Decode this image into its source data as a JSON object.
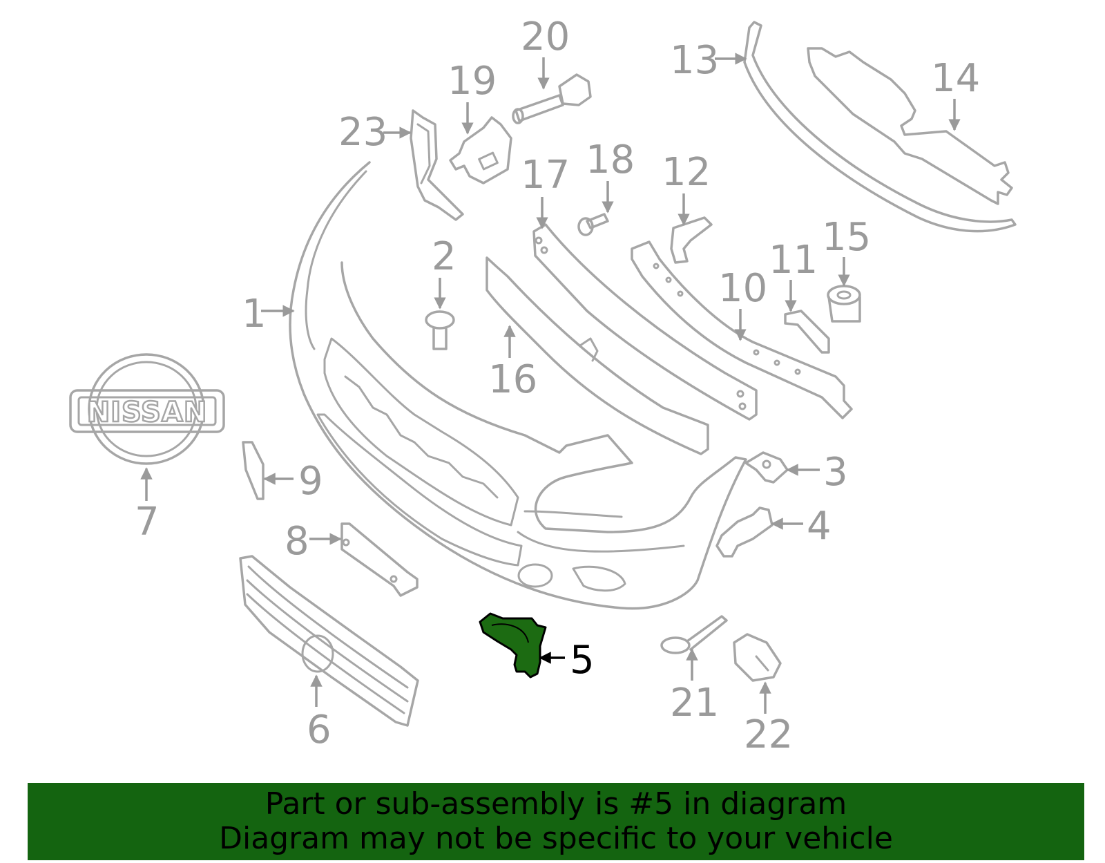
{
  "highlighted_part": "5",
  "highlight_color": "#1c6b12",
  "banner_color": "#146410",
  "badge_text": "NISSAN",
  "callouts": [
    "1",
    "2",
    "3",
    "4",
    "5",
    "6",
    "7",
    "8",
    "9",
    "10",
    "11",
    "12",
    "13",
    "14",
    "15",
    "16",
    "17",
    "18",
    "19",
    "20",
    "21",
    "22",
    "23"
  ],
  "banner": {
    "line1": "Part or sub-assembly is #5 in diagram",
    "line2": "Diagram may not be specific to your vehicle"
  }
}
